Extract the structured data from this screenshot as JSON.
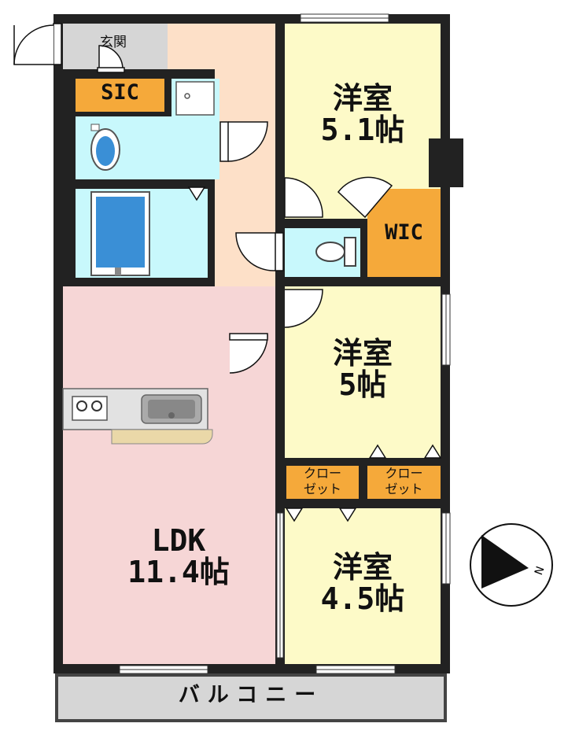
{
  "rooms": {
    "entrance": "玄関",
    "sic": "SIC",
    "wic": "WIC",
    "western_room_1": {
      "name": "洋室",
      "size": "5.1帖"
    },
    "western_room_2": {
      "name": "洋室",
      "size": "5帖"
    },
    "western_room_3": {
      "name": "洋室",
      "size": "4.5帖"
    },
    "ldk": {
      "name": "LDK",
      "size": "11.4帖"
    },
    "closet_1": {
      "line1": "クロー",
      "line2": "ゼット"
    },
    "closet_2": {
      "line1": "クロー",
      "line2": "ゼット"
    },
    "balcony": "バルコニー"
  },
  "compass": {
    "label": "N"
  },
  "colors": {
    "wall": "#222222",
    "corridor": "#fde0c8",
    "western_room": "#fdfac8",
    "ldk": "#f6d6d6",
    "wet_area": "#c8f8fc",
    "storage": "#f5a93a",
    "entrance": "#d6d6d6",
    "balcony": "#d6d6d6",
    "counter": "#ead8a8"
  }
}
